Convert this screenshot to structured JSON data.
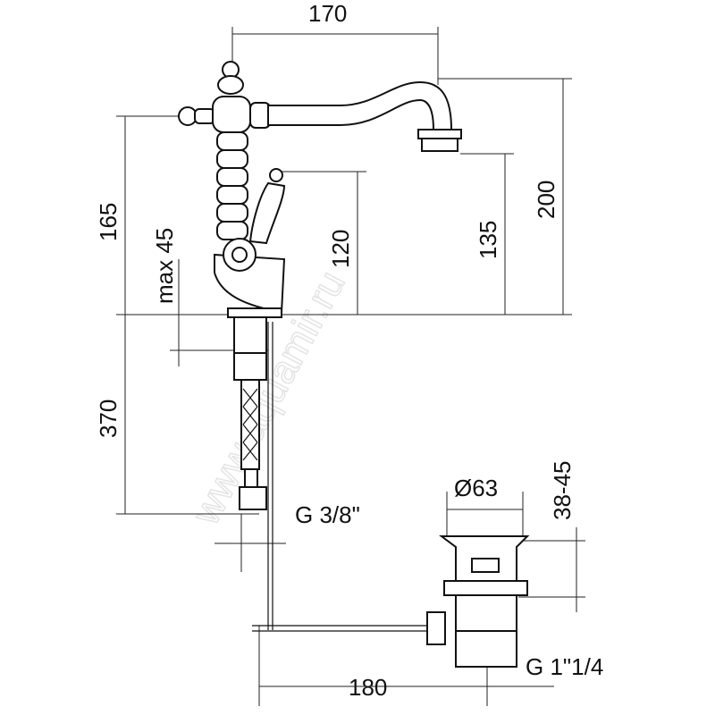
{
  "watermark": "www.aquamir.ru",
  "dimensions": {
    "spout_reach": "170",
    "total_height": "200",
    "spout_height": "135",
    "lever_height": "120",
    "body_height": "165",
    "max_deck": "max 45",
    "hose_length": "370",
    "hose_thread": "G 3/8\"",
    "waste_diameter": "Ø63",
    "waste_range": "38-45",
    "rod_length": "180",
    "waste_thread": "G 1\"1/4"
  }
}
